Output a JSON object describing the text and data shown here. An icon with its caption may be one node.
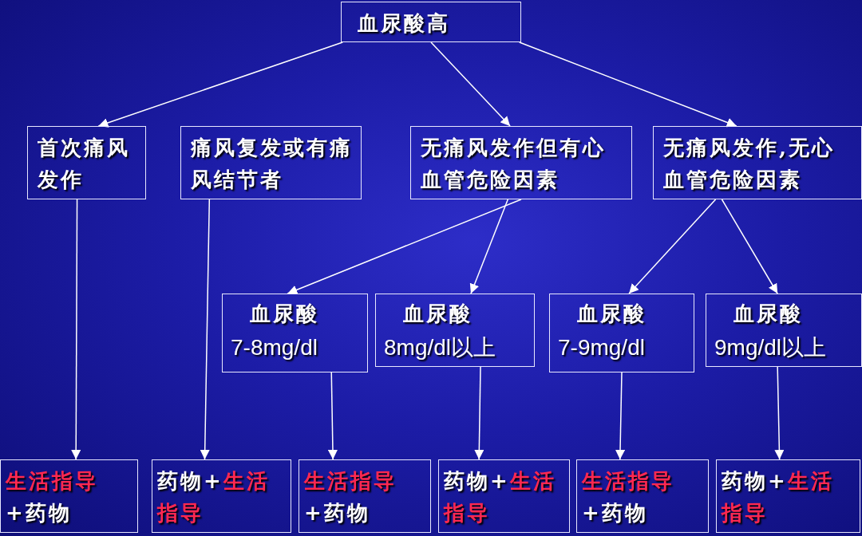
{
  "diagram": {
    "nodes": [
      {
        "text": [
          "血尿酸高"
        ]
      },
      {
        "text": [
          "首次痛风发作"
        ]
      },
      {
        "text": [
          "痛风复发或有痛风结节者"
        ]
      },
      {
        "text": [
          "无痛风发作但有心血管危险因素"
        ]
      },
      {
        "text": [
          "无痛风发作,无心血管危险因素"
        ]
      },
      {
        "text": [
          "血尿酸",
          "7-8mg/dl"
        ]
      },
      {
        "text": [
          "血尿酸",
          "8mg/dl以上"
        ]
      },
      {
        "text": [
          "血尿酸",
          "7-9mg/dl"
        ]
      },
      {
        "text": [
          "血尿酸",
          "9mg/dl以上"
        ]
      },
      {
        "text": [
          "生活指导",
          "+药物"
        ]
      },
      {
        "text": [
          "药物+",
          "生活指导"
        ]
      },
      {
        "text": [
          "生活指导",
          "+药物"
        ]
      },
      {
        "text": [
          "药物+",
          "生活指导"
        ]
      },
      {
        "text": [
          "生活指导",
          "+药物"
        ]
      },
      {
        "text": [
          "药物+",
          "生活指导"
        ]
      }
    ],
    "edges": [
      {
        "from": 0,
        "to": 1,
        "arrow": "to"
      },
      {
        "from": 0,
        "to": 3,
        "arrow": "to"
      },
      {
        "from": 0,
        "to": 4,
        "arrow": "to"
      },
      {
        "from": 1,
        "to": 9,
        "arrow": "to"
      },
      {
        "from": 2,
        "to": 10,
        "arrow": "to"
      },
      {
        "from": 3,
        "to": 5,
        "arrow": "to"
      },
      {
        "from": 3,
        "to": 6,
        "arrow": "to"
      },
      {
        "from": 4,
        "to": 7,
        "arrow": "to"
      },
      {
        "from": 4,
        "to": 8,
        "arrow": "to"
      },
      {
        "from": 5,
        "to": 11,
        "arrow": "to"
      },
      {
        "from": 6,
        "to": 12,
        "arrow": "to"
      },
      {
        "from": 7,
        "to": 13,
        "arrow": "to"
      },
      {
        "from": 8,
        "to": 14,
        "arrow": "to"
      }
    ]
  }
}
